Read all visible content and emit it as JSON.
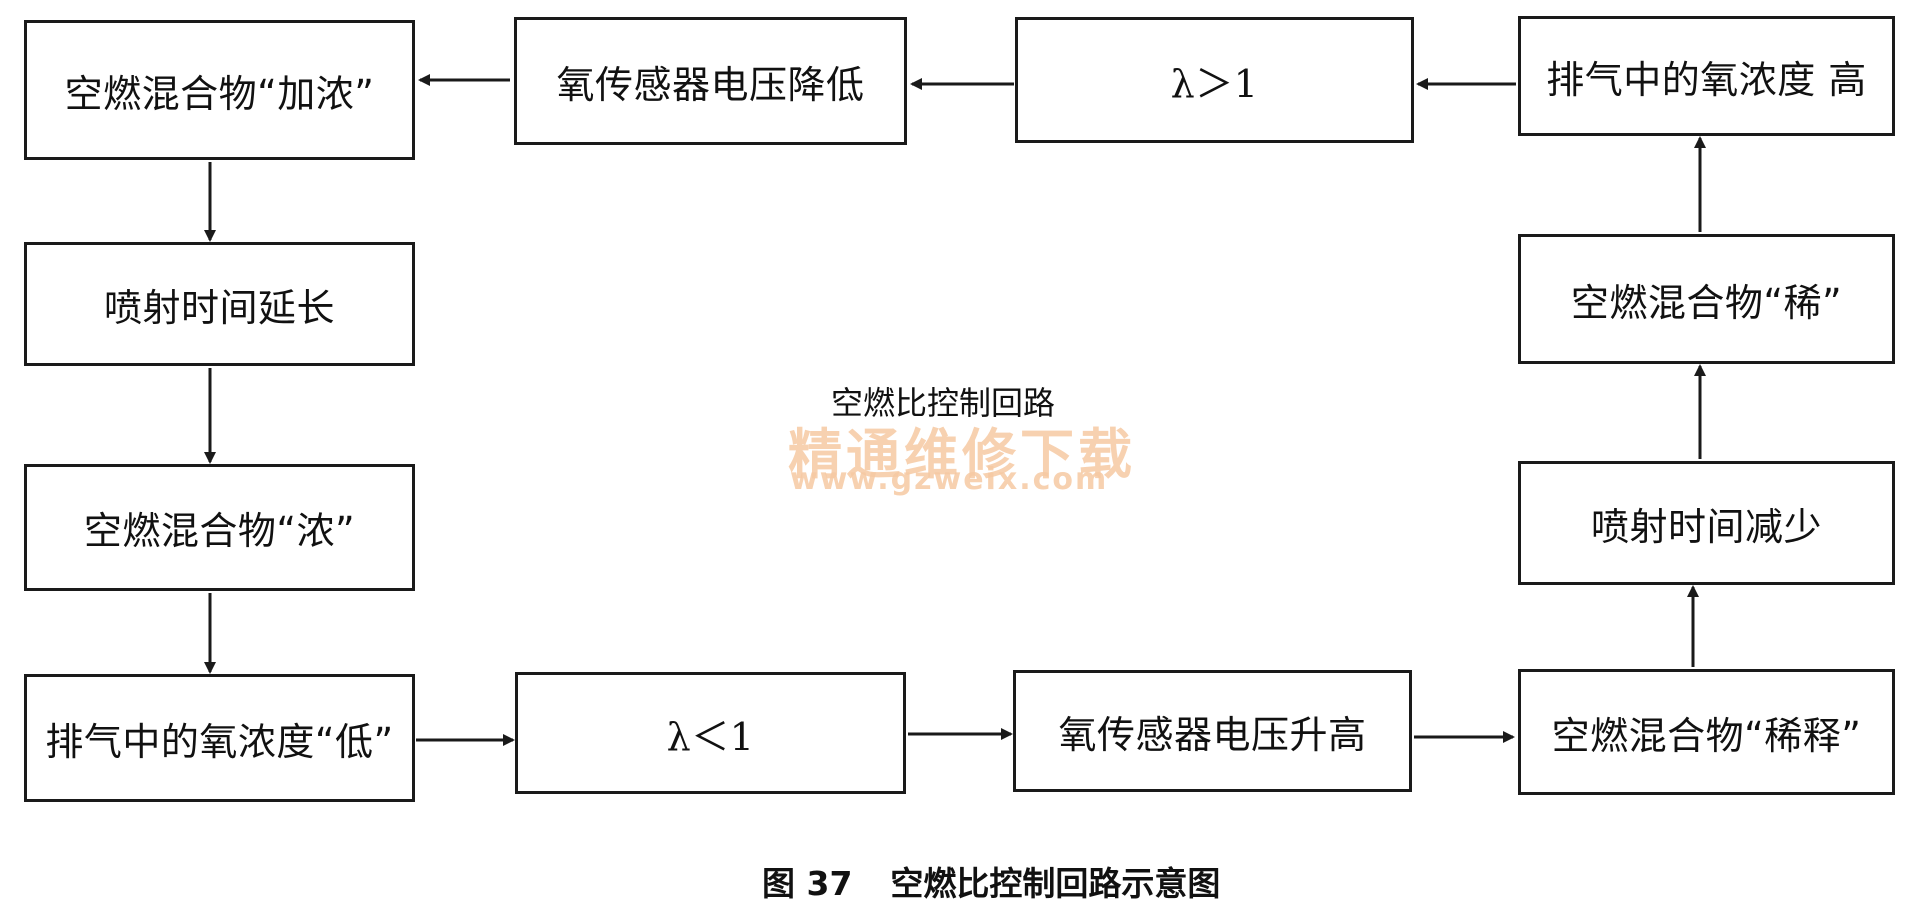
{
  "nodes": {
    "mixture_rich_add": "空燃混合物“加浓”",
    "o2_voltage_low": "氧传感器电压降低",
    "lambda_gt_1": "λ＞1",
    "exhaust_o2_high": "排气中的氧浓度 高",
    "injection_longer": "喷射时间延长",
    "mixture_lean": "空燃混合物“稀”",
    "mixture_rich": "空燃混合物“浓”",
    "injection_shorter": "喷射时间减少",
    "exhaust_o2_low": "排气中的氧浓度“低”",
    "lambda_lt_1": "λ＜1",
    "o2_voltage_high": "氧传感器电压升高",
    "mixture_dilute": "空燃混合物“稀释”"
  },
  "center_label": "空燃比控制回路",
  "watermark": {
    "name": "精通维修下载",
    "url": "www.gzweix.com"
  },
  "caption": {
    "figure_number": "图 37",
    "title": "空燃比控制回路示意图"
  },
  "colors": {
    "stroke": "#1a1a1a",
    "watermark": "#f6c9a3"
  }
}
